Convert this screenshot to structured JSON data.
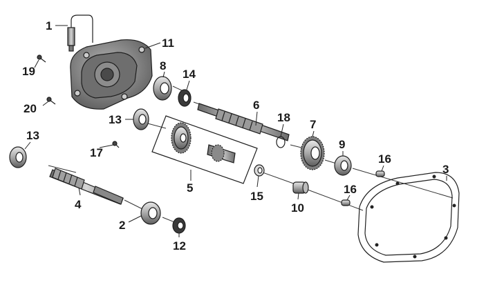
{
  "labels": {
    "p1": "1",
    "p2": "2",
    "p3": "3",
    "p4": "4",
    "p5": "5",
    "p6": "6",
    "p7": "7",
    "p8": "8",
    "p9": "9",
    "p10": "10",
    "p11": "11",
    "p12": "12",
    "p13a": "13",
    "p13b": "13",
    "p14": "14",
    "p15": "15",
    "p16a": "16",
    "p16b": "16",
    "p17": "17",
    "p18": "18",
    "p19": "19",
    "p20": "20"
  }
}
